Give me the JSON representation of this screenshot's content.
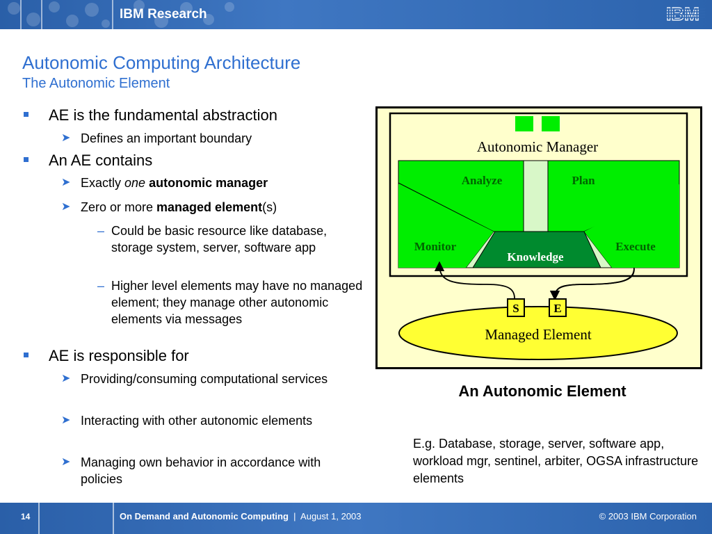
{
  "header": {
    "brand": "IBM Research",
    "logo_text": "IBM"
  },
  "slide": {
    "title": "Autonomic Computing Architecture",
    "subtitle": "The Autonomic Element"
  },
  "content": {
    "b1": "AE is the fundamental abstraction",
    "b1_sub": "Defines an important boundary",
    "b2": "An AE contains",
    "b2_sub1_pre": "Exactly ",
    "b2_sub1_em": "one",
    "b2_sub1_bold": "autonomic manager",
    "b2_sub2_pre": "Zero or more ",
    "b2_sub2_bold": "managed element",
    "b2_sub2_post": "(s)",
    "b2_d1": "Could be basic resource like database, storage system, server, software app",
    "b2_d2": "Higher level elements may have no managed element; they manage other autonomic elements via messages",
    "b3": "AE is responsible for",
    "b3_sub1": "Providing/consuming computational services",
    "b3_sub2": "Interacting with other autonomic elements",
    "b3_sub3": "Managing own behavior in accordance with policies"
  },
  "diagram": {
    "manager": "Autonomic Manager",
    "analyze": "Analyze",
    "plan": "Plan",
    "monitor": "Monitor",
    "execute": "Execute",
    "knowledge": "Knowledge",
    "s": "S",
    "e": "E",
    "managed": "Managed Element",
    "caption": "An Autonomic Element",
    "example": "E.g. Database, storage, server, software app, workload mgr, sentinel, arbiter, OGSA infrastructure elements",
    "colors": {
      "green": "#00ee00",
      "dark_green": "#008a2e",
      "pale_green": "#d8f7c8",
      "yellow": "#ffff33",
      "cream": "#ffffcc"
    }
  },
  "footer": {
    "page": "14",
    "conference": "On Demand and Autonomic Computing",
    "separator": "|",
    "date": "August 1, 2003",
    "copyright": "© 2003 IBM Corporation"
  }
}
